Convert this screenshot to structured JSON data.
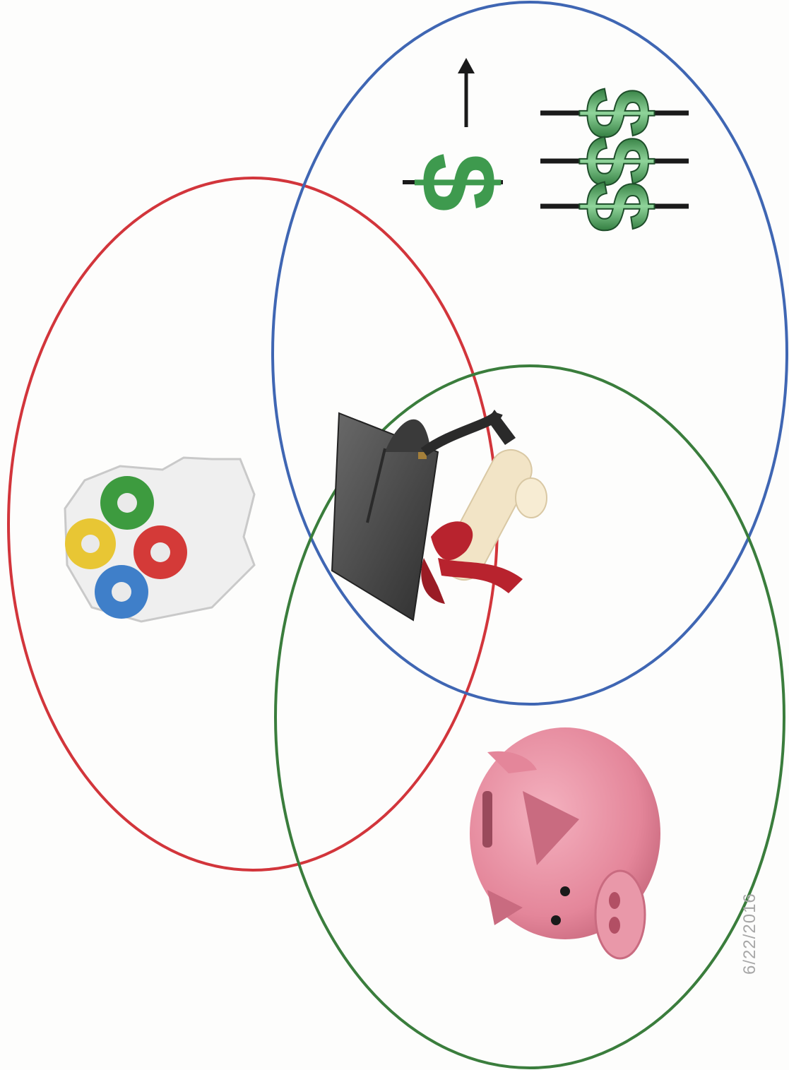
{
  "diagram": {
    "type": "three-set venn diagram",
    "orientation": "rotated 90 degrees clockwise",
    "sets": [
      {
        "name": "red-set",
        "color": "#d2353b",
        "icon": "head-with-gears-icon"
      },
      {
        "name": "blue-set",
        "color": "#3f66b3",
        "icon": "rising-dollar-icon"
      },
      {
        "name": "green-set",
        "color": "#3a7d3c",
        "icon": "piggy-bank-icon"
      }
    ],
    "center_icon": "graduation-cap-diploma-icon"
  },
  "dollar_icon": {
    "glyph": "$",
    "color": "#3e9a4e",
    "highlight": "#8fd49a",
    "arrow_color": "#1a1a1a",
    "stack_count": 3
  },
  "date_stamp": "6/22/2016",
  "colors": {
    "gear_green": "#3d9b3f",
    "gear_yellow": "#e8c634",
    "gear_red": "#d43a38",
    "gear_blue": "#3f7fc9",
    "cap": "#4a4a4a",
    "ribbon": "#b8232e",
    "scroll": "#f2e4c6",
    "pig": "#e4869a"
  }
}
